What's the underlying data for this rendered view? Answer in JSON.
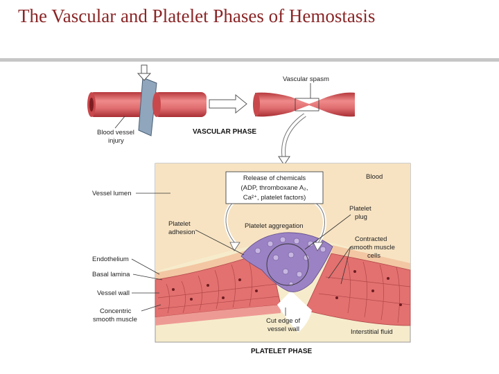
{
  "title": "The Vascular and Platelet Phases of Hemostasis",
  "colors": {
    "title": "#8a2526",
    "vessel": "#e8787a",
    "vessel_dark": "#b5383c",
    "panel": "#f6eccc",
    "blood": "#f0a8a4",
    "platelet": "#9b82c4"
  },
  "vascular_phase": {
    "injury_label_1": "Blood vessel",
    "injury_label_2": "injury",
    "spasm_label": "Vascular spasm",
    "phase_label": "VASCULAR PHASE"
  },
  "platelet_phase": {
    "phase_label": "PLATELET PHASE",
    "chemicals_line_1": "Release of chemicals",
    "chemicals_line_2": "(ADP, thromboxane A₂,",
    "chemicals_line_3": "Ca²⁺, platelet factors)",
    "blood": "Blood",
    "vessel_lumen": "Vessel lumen",
    "platelet_adhesion_1": "Platelet",
    "platelet_adhesion_2": "adhesion",
    "platelet_aggregation": "Platelet aggregation",
    "platelet_plug_1": "Platelet",
    "platelet_plug_2": "plug",
    "contracted_1": "Contracted",
    "contracted_2": "smooth muscle",
    "contracted_3": "cells",
    "endothelium": "Endothelium",
    "basal_lamina": "Basal lamina",
    "vessel_wall": "Vessel wall",
    "concentric_1": "Concentric",
    "concentric_2": "smooth muscle",
    "cut_edge_1": "Cut edge of",
    "cut_edge_2": "vessel wall",
    "interstitial": "Interstitial fluid"
  }
}
